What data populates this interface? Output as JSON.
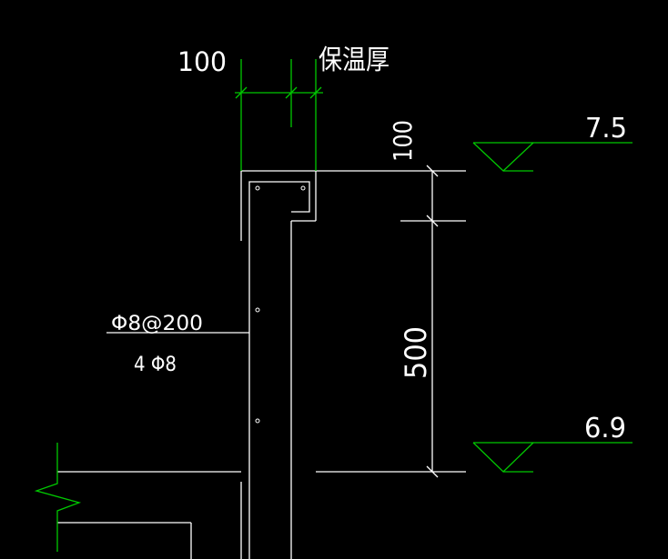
{
  "drawing": {
    "background": "#000000",
    "line_color_white": "#ffffff",
    "line_color_green": "#00c800",
    "dimensions": {
      "top_width": "100",
      "insulation_label": "保温厚",
      "parapet_top_height": "100",
      "parapet_height": "500"
    },
    "rebar": {
      "stirrup": "Φ8@200",
      "longitudinal": "4 Φ8"
    },
    "elevations": {
      "upper": "7.5",
      "lower": "6.9"
    }
  }
}
